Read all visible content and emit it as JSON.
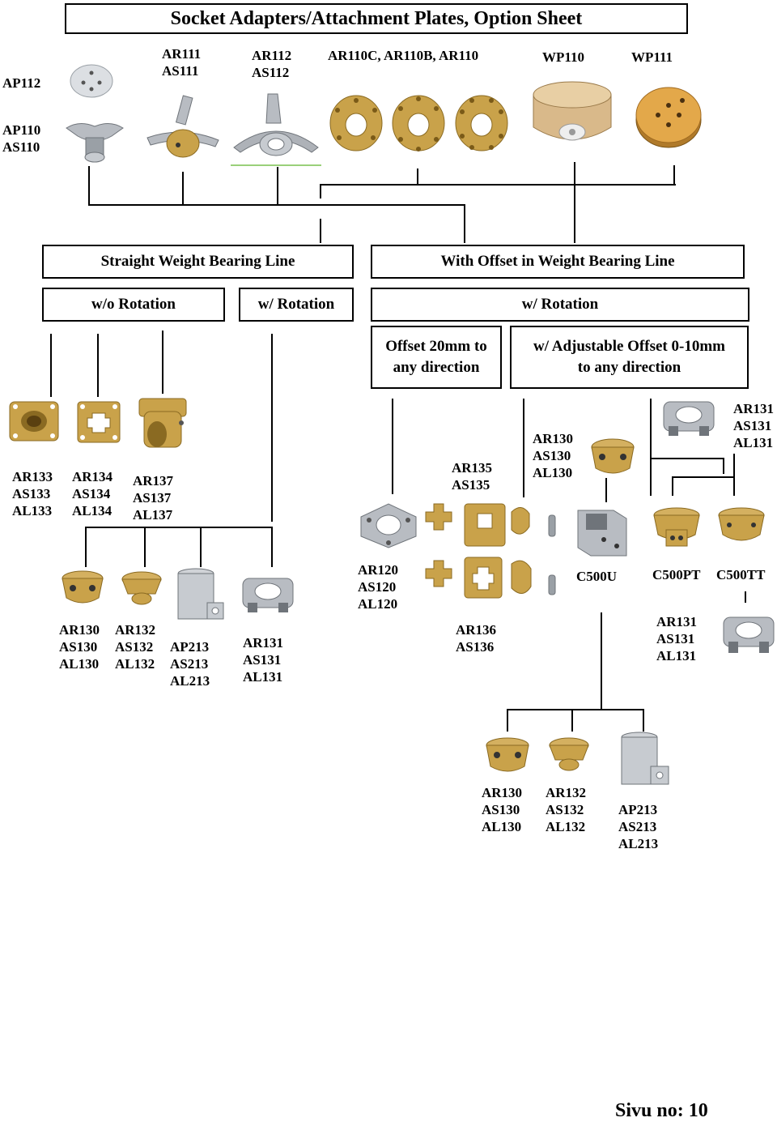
{
  "title": "Socket Adapters/Attachment Plates, Option Sheet",
  "top_labels": {
    "ap112": "AP112",
    "ap110": "AP110\nAS110",
    "ar111": "AR111\nAS111",
    "ar112": "AR112\nAS112",
    "ar110": "AR110C, AR110B, AR110",
    "wp110": "WP110",
    "wp111": "WP111"
  },
  "headers": {
    "straight": "Straight Weight Bearing Line",
    "offset": "With Offset in Weight Bearing Line",
    "wo_rotation": "w/o Rotation",
    "w_rotation_left": "w/ Rotation",
    "w_rotation_right": "w/ Rotation",
    "offset20": "Offset 20mm to\nany direction",
    "adjustable": "w/ Adjustable Offset 0-10mm\nto any direction"
  },
  "part_labels": {
    "ar133": "AR133\nAS133\nAL133",
    "ar134": "AR134\nAS134\nAL134",
    "ar137": "AR137\nAS137\nAL137",
    "ar135": "AR135\nAS135",
    "ar130_top": "AR130\nAS130\nAL130",
    "ar131_topright": "AR131\nAS131\nAL131",
    "ar130_bottom": "AR130\nAS130\nAL130",
    "ar132_bottom": "AR132\nAS132\nAL132",
    "ap213_bottom": "AP213\nAS213\nAL213",
    "ar131_bottom": "AR131\nAS131\nAL131",
    "ar120": "AR120\nAS120\nAL120",
    "ar136": "AR136\nAS136",
    "c500u": "C500U",
    "c500pt": "C500PT",
    "c500tt": "C500TT",
    "ar131_right": "AR131\nAS131\nAL131",
    "ar130_lowest": "AR130\nAS130\nAL130",
    "ar132_lowest": "AR132\nAS132\nAL132",
    "ap213_lowest": "AP213\nAS213\nAL213"
  },
  "page_number": "Sivu no: 10",
  "colors": {
    "brass": "#c9a24a",
    "brass_dark": "#8a6a22",
    "steel": "#b8bcc2",
    "steel_dark": "#6f747a",
    "wood": "#d9b98a"
  }
}
